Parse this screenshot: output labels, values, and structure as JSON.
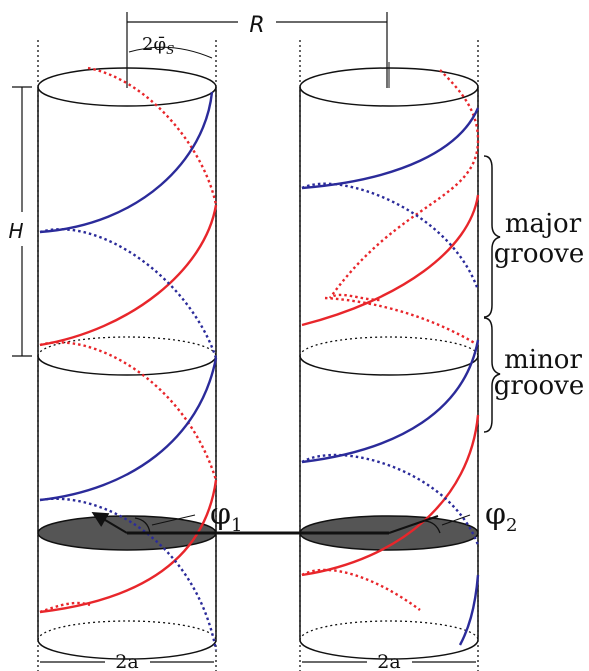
{
  "labels": {
    "R": "R",
    "two_phi_s": "2φ̄",
    "two_phi_s_sub": "S",
    "H": "H",
    "major_line1": "major",
    "major_line2": "groove",
    "minor_line1": "minor",
    "minor_line2": "groove",
    "phi1": "φ",
    "phi1_sub": "1",
    "phi2": "φ",
    "phi2_sub": "2",
    "two_a_left": "2a",
    "two_a_right": "2a"
  },
  "colors": {
    "outline": "#111111",
    "strand_red": "#e8262b",
    "strand_blue": "#2b2b9a",
    "disk_fill": "#555555"
  }
}
